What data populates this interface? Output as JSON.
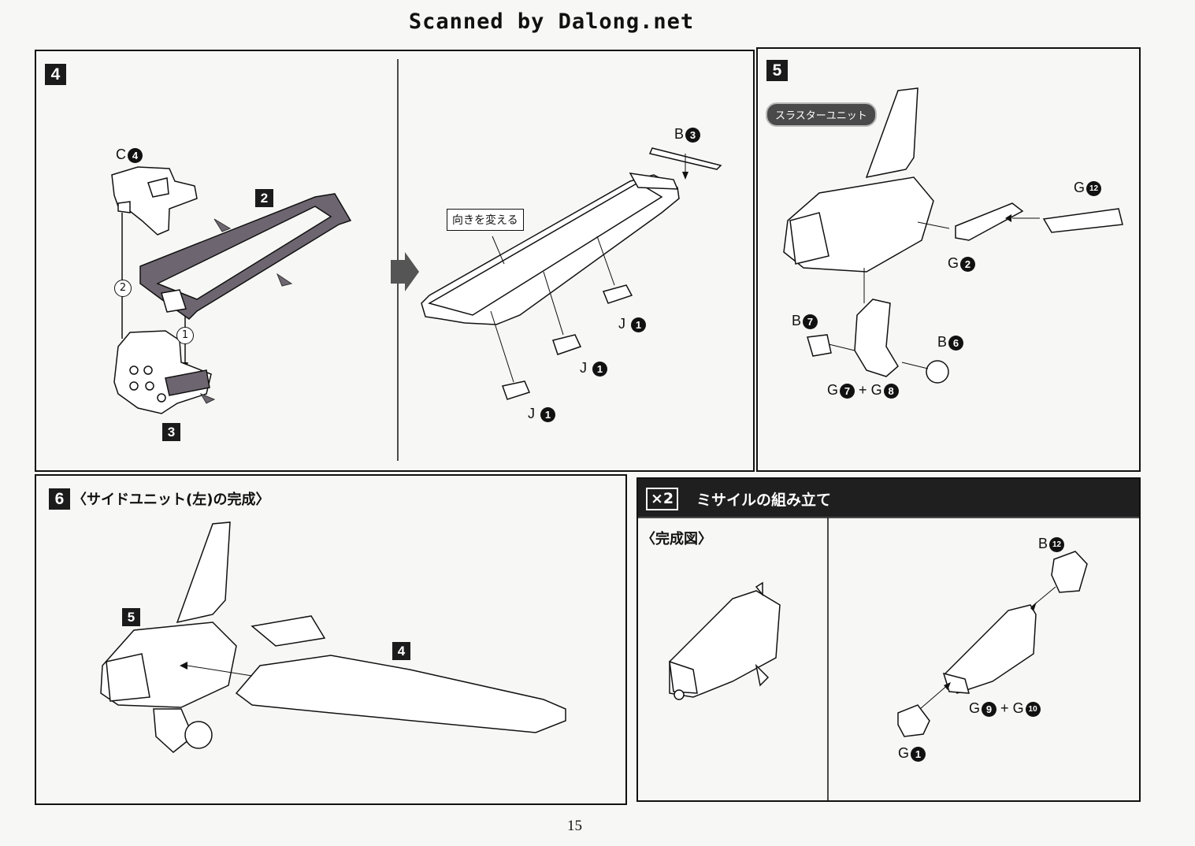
{
  "header": {
    "scan_credit": "Scanned by Dalong.net"
  },
  "step4": {
    "number": "4",
    "part_c": {
      "letter": "C",
      "num": "4"
    },
    "part_2": "2",
    "part_3": "3",
    "order_1": "1",
    "order_2": "2",
    "part_b": {
      "letter": "B",
      "num": "3"
    },
    "part_j": {
      "letter": "J",
      "num": "1"
    },
    "direction_label": "向きを変える"
  },
  "step5": {
    "number": "5",
    "unit_label": "スラスターユニット",
    "g12": {
      "letter": "G",
      "num": "12"
    },
    "g2": {
      "letter": "G",
      "num": "2"
    },
    "b7": {
      "letter": "B",
      "num": "7"
    },
    "b6": {
      "letter": "B",
      "num": "6"
    },
    "g7": {
      "letter": "G",
      "num": "7"
    },
    "g8": {
      "letter": "G",
      "num": "8"
    },
    "plus": "+"
  },
  "step6": {
    "number": "6",
    "title": "〈サイドユニット(左)の完成〉",
    "part_5": "5",
    "part_4": "4"
  },
  "missile": {
    "multiplier": "×2",
    "title": "ミサイルの組み立て",
    "completed_label": "〈完成図〉",
    "b12": {
      "letter": "B",
      "num": "12"
    },
    "g9": {
      "letter": "G",
      "num": "9"
    },
    "g10": {
      "letter": "G",
      "num": "10"
    },
    "g1": {
      "letter": "G",
      "num": "1"
    },
    "plus": "+"
  },
  "page_number": "15",
  "colors": {
    "ink": "#111111",
    "paper": "#f7f7f5",
    "shade": "#6d6670",
    "dark_bar": "#1f1f1f"
  }
}
